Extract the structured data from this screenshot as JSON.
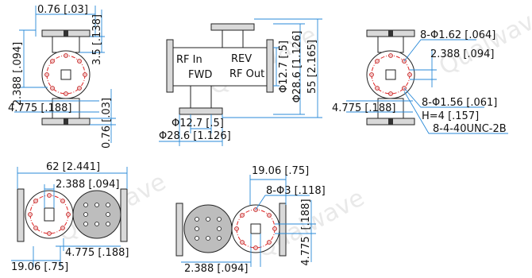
{
  "watermark": "Qualwave",
  "top_left": {
    "dim_flange_thickness": "0.76 [.03]",
    "dim_port_height": "3.5 [.138]",
    "dim_2388": "2.388 [.094]",
    "dim_4775": "4.775 [.188]",
    "dim_flange_thickness_bottom": "0.76 [.03]"
  },
  "top_middle": {
    "label_rf_in": "RF In",
    "label_rev": "REV",
    "label_fwd": "FWD",
    "label_rf_out": "RF Out",
    "dim_phi127_v": "Φ12.7 [.5]",
    "dim_phi286_v": "Φ28.6 [1.126]",
    "dim_55": "55 [2.165]",
    "dim_phi127_h": "Φ12.7 [.5]",
    "dim_phi286_h": "Φ28.6 [1.126]"
  },
  "top_right": {
    "dim_8phi162": "8-Φ1.62 [.064]",
    "dim_2388": "2.388 [.094]",
    "dim_4775": "4.775 [.188]",
    "dim_8phi156": "8-Φ1.56 [.061]",
    "dim_h4": "H=4 [.157]",
    "dim_thread": "8-4-40UNC-2B"
  },
  "bottom_left": {
    "dim_62": "62 [2.441]",
    "dim_2388": "2.388 [.094]",
    "dim_4775": "4.775 [.188]",
    "dim_1906": "19.06 [.75]"
  },
  "bottom_right": {
    "dim_1906": "19.06 [.75]",
    "dim_8phi3": "8-Φ3 [.118]",
    "dim_188": "[.188]",
    "dim_4775": "4.775",
    "dim_2388": "2.388 [.094]"
  }
}
